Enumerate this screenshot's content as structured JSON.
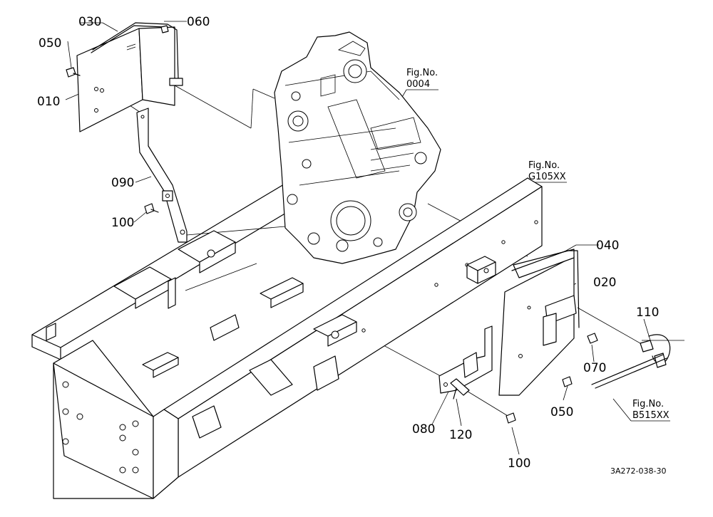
{
  "labels": {
    "p030": "030",
    "p060": "060",
    "p050a": "050",
    "p010": "010",
    "p090": "090",
    "p100a": "100",
    "p040": "040",
    "p020": "020",
    "p110": "110",
    "p070": "070",
    "p050b": "050",
    "p080": "080",
    "p120": "120",
    "p100b": "100"
  },
  "references": {
    "engine": {
      "line1": "Fig.No.",
      "line2": "0004"
    },
    "frame": {
      "line1": "Fig.No.",
      "line2": "G105XX"
    },
    "harness": {
      "line1": "Fig.No.",
      "line2": "B515XX"
    }
  },
  "drawing_code": "3A272-038-30"
}
